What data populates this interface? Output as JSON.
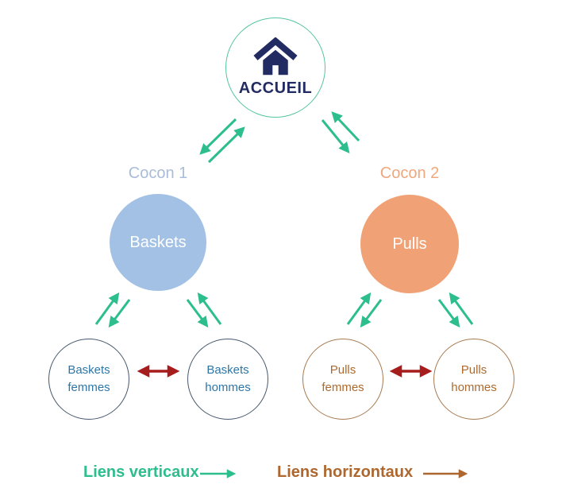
{
  "colors": {
    "green": "#2dbe8e",
    "navy": "#232c62",
    "accueil_border": "#55c4a3",
    "cocon1_label": "#a9bcd9",
    "baskets_fill": "#a3c1e5",
    "cocon2_label": "#efa87d",
    "pulls_fill": "#f0a276",
    "left_border": "#46586c",
    "left_text": "#2d77a8",
    "right_border": "#a87a50",
    "right_text": "#ae6a2e",
    "red": "#a51d1d",
    "legend_brown": "#ad672f"
  },
  "icons": {
    "accueil": "home-icon"
  },
  "nodes": {
    "accueil": {
      "label": "ACCUEIL"
    },
    "cocon1": {
      "title": "Cocon 1",
      "label": "Baskets",
      "children": [
        {
          "line1": "Baskets",
          "line2": "femmes"
        },
        {
          "line1": "Baskets",
          "line2": "hommes"
        }
      ]
    },
    "cocon2": {
      "title": "Cocon 2",
      "label": "Pulls",
      "children": [
        {
          "line1": "Pulls",
          "line2": "femmes"
        },
        {
          "line1": "Pulls",
          "line2": "hommes"
        }
      ]
    }
  },
  "legend": {
    "vertical_label": "Liens verticaux",
    "horizontal_label": "Liens horizontaux"
  }
}
